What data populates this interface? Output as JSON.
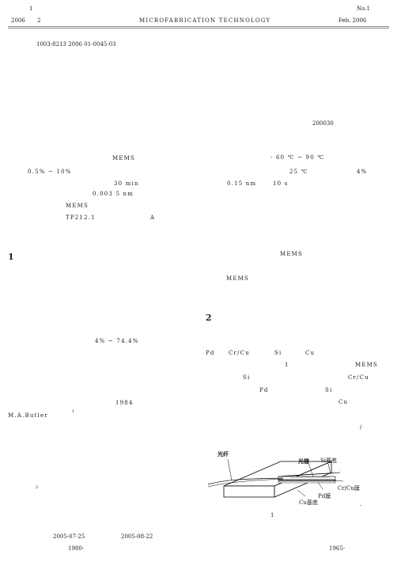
{
  "header": {
    "volume": "1",
    "page_no": "No.1",
    "year": "2006",
    "issue": "2",
    "journal": "MICROFABRICATION TECHNOLOGY",
    "date": "Feb. 2006"
  },
  "article_id": "1003-8213 2006 01-0045-03",
  "postcode": "200030",
  "abstract": {
    "mems": "MEMS",
    "temp_range": "- 60 ℃ ~ 90 ℃",
    "conc_range": "0.5% ~ 10%",
    "temp25": "25 ℃",
    "conc4": "4%",
    "time30": "30 min",
    "res_nm": "0.15 nm",
    "resp_s": "10 s",
    "drift": "0.003 5 nm"
  },
  "keywords": "MEMS",
  "clc": "TP212.1",
  "doc_code": "A",
  "section1": {
    "heading": "1",
    "right_mems_1": "MEMS",
    "right_mems_2": "MEMS",
    "range": "4% ~ 74.4%",
    "year": "1984",
    "author": "M.A.Butler",
    "ref1": "1",
    "ref2": "2"
  },
  "section2": {
    "heading": "2",
    "line1": [
      "Pd",
      "Cr/Cu",
      "Si",
      "Cu"
    ],
    "fig_ref": "1",
    "mems": "MEMS",
    "si_1": "Si",
    "cr_cu": "Cr/Cu",
    "pd": "Pd",
    "si_2": "Si",
    "cu": "Cu",
    "slash": "/"
  },
  "figure": {
    "labels": {
      "fiber": "光纤",
      "grating": "光栅",
      "si_sub": "Si基底",
      "cr_cu_film": "Cr/Cu膜",
      "pd_film": "Pd膜",
      "cu_sub": "Cu基底"
    },
    "caption": "1",
    "dot": "."
  },
  "footer": {
    "received": "2005-07-25",
    "revised": "2005-08-22",
    "author1_year": "1980-",
    "author2_year": "1965-"
  }
}
